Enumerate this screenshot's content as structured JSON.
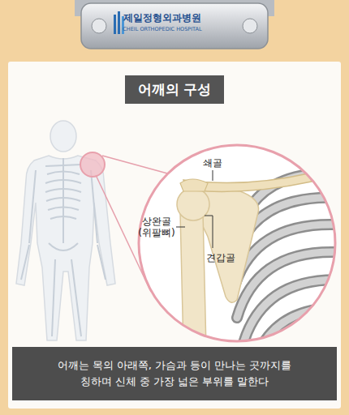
{
  "diagram": {
    "title": "어깨의 구성",
    "caption": "어깨는 목의 아래쪽, 가슴과 등이 만나는 곳까지를 칭하며 신체 중 가장 넓은 부위를 말한다",
    "labels": [
      "제일정형외과병원",
      "CHEIL ORTHOPEDIC HOSPITAL",
      "쇄골",
      "상완골 (위팔뼈)",
      "견갑골"
    ]
  }
}
